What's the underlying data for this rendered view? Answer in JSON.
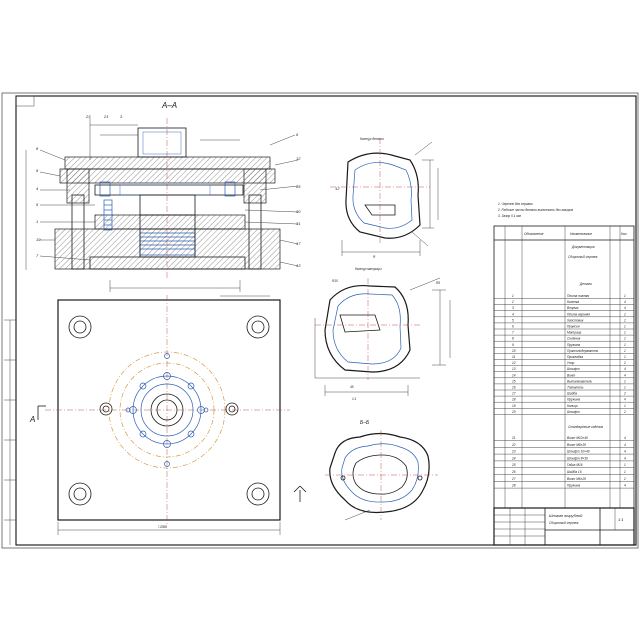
{
  "main_view": {
    "section_title": "А–А",
    "width_dim": "□360",
    "section_arrow_label": "А"
  },
  "section_view": {
    "title": "Б–Б"
  },
  "notes": [
    "1. Чертеж для справок",
    "2. Рабочие части детали выполнить без зазоров",
    "3. Зазор 0,1 мм"
  ],
  "table": {
    "headers": [
      "Обозначение",
      "Наименование",
      "Кол."
    ],
    "section_docs": "Документация",
    "section_assembly": "Сборочный чертеж",
    "section_parts": "Детали",
    "section_standard": "Стандартные изделия",
    "parts": [
      {
        "pos": "1",
        "name": "Плита нижняя",
        "qty": "1"
      },
      {
        "pos": "2",
        "name": "Колонка",
        "qty": "4"
      },
      {
        "pos": "3",
        "name": "Втулка",
        "qty": "4"
      },
      {
        "pos": "4",
        "name": "Плита верхняя",
        "qty": "1"
      },
      {
        "pos": "5",
        "name": "Хвостовик",
        "qty": "1"
      },
      {
        "pos": "6",
        "name": "Пуансон",
        "qty": "1"
      },
      {
        "pos": "7",
        "name": "Матрица",
        "qty": "1"
      },
      {
        "pos": "8",
        "name": "Съемник",
        "qty": "1"
      },
      {
        "pos": "9",
        "name": "Пружина",
        "qty": "1"
      },
      {
        "pos": "10",
        "name": "Пуансонодержатель",
        "qty": "1"
      },
      {
        "pos": "11",
        "name": "Прокладка",
        "qty": "1"
      },
      {
        "pos": "12",
        "name": "Упор",
        "qty": "2"
      },
      {
        "pos": "13",
        "name": "Штифт",
        "qty": "4"
      },
      {
        "pos": "14",
        "name": "Винт",
        "qty": "4"
      },
      {
        "pos": "15",
        "name": "Выталкиватель",
        "qty": "1"
      },
      {
        "pos": "16",
        "name": "Толкатель",
        "qty": "1"
      },
      {
        "pos": "17",
        "name": "Шайба",
        "qty": "2"
      },
      {
        "pos": "18",
        "name": "Пружина",
        "qty": "4"
      },
      {
        "pos": "19",
        "name": "Кольцо",
        "qty": "1"
      },
      {
        "pos": "20",
        "name": "Штифт",
        "qty": "2"
      }
    ],
    "standard": [
      {
        "pos": "21",
        "name": "Винт М10×40",
        "qty": "4"
      },
      {
        "pos": "22",
        "name": "Винт М8×30",
        "qty": "4"
      },
      {
        "pos": "23",
        "name": "Штифт 10×40",
        "qty": "4"
      },
      {
        "pos": "24",
        "name": "Штифт 8×30",
        "qty": "4"
      },
      {
        "pos": "25",
        "name": "Гайка М16",
        "qty": "1"
      },
      {
        "pos": "26",
        "name": "Шайба 16",
        "qty": "1"
      },
      {
        "pos": "27",
        "name": "Винт М6×20",
        "qty": "2"
      },
      {
        "pos": "28",
        "name": "Пружина",
        "qty": "4"
      }
    ]
  },
  "title_block": {
    "name_line1": "Штамп вырубной",
    "name_line2": "Сборочный чертеж",
    "scale": "1:1"
  },
  "colors": {
    "line": "#1a1a1a",
    "blue": "#2a5fb8",
    "orange": "#d08a2a",
    "center": "#b4443a"
  }
}
